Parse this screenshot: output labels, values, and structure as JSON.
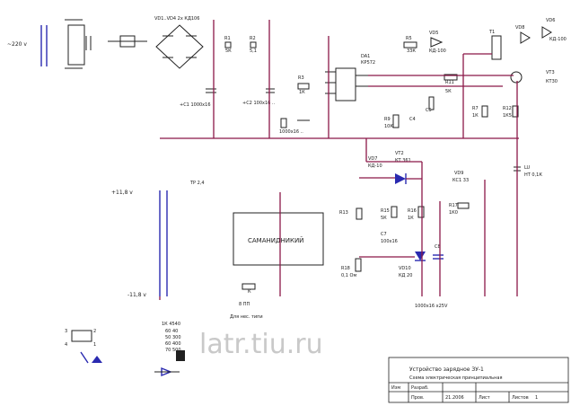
{
  "diagram": {
    "labels": {
      "ac_input": "~220 v",
      "plus_11_8": "+11,8 v",
      "minus_11_8": "-11,8 v",
      "block_label": "САМАНИДНИКИЙ",
      "k_bottom": "К",
      "k_bottom_note": "8 ПП",
      "footer_note": "Для нес. типи",
      "vd_bridge": "VD1..VD4 2x КД106",
      "r1": "R1",
      "r1_val": "5К",
      "r2": "R2",
      "r2_val": "5,1",
      "c_main": "+C1 1000x16",
      "c_mid": "+C2 100x16 ..",
      "c_mid_val": "1000x16 ..",
      "r3": "R3",
      "r3_val": "1К",
      "da1": "DA1",
      "da1_val": "КР572",
      "r5": "R5",
      "r5_val": "33К",
      "vd5": "VD5",
      "vd5_val": "КД-100",
      "t1": "T1",
      "vd6": "VD6",
      "vd6_val": "КД-100",
      "vd8": "VD8",
      "vt3": "VT3",
      "vt3_val": "КТ30",
      "r11": "R11",
      "r11_val": "5К",
      "r7": "R7",
      "r7_val": "1К",
      "r12": "R12",
      "r12_val": "1К5",
      "r9": "R9",
      "r9_val": "10К",
      "c4": "С4",
      "c5": "С5",
      "vd7": "VD7",
      "vd7_val": "КД-10",
      "vt2": "VT2",
      "vt2_val": "КТ 361",
      "r13": "R13",
      "vd9": "VD9",
      "vd9_val": "КС1 33",
      "r15": "R15",
      "r15_val": "5К",
      "c7": "С7",
      "c7_val": "100x16",
      "r16": "R16",
      "r16_val": "1К",
      "r17": "R17",
      "r17_val": "1К0",
      "c8": "С8",
      "vd10": "VD10",
      "vd10_val": "КД 20",
      "c_bot": "1000x16 x25V",
      "r18": "R18",
      "r18_val": "0,1 Ом",
      "lu": "LU",
      "lu_val": "НТ 0,1К",
      "tr_label": "ТР 2,4",
      "legend_1": "1К 4540",
      "legend_2": "60  40",
      "legend_3": "50  300",
      "legend_4": "60  400",
      "legend_5": "70  500",
      "pin_1": "1",
      "pin_2": "2",
      "pin_3": "3",
      "pin_4": "4"
    },
    "watermark": "latr.tiu.ru",
    "title_block": {
      "title": "Устройство зарядное ЗУ-1",
      "subtitle": "Схема электрическая принципиальная",
      "row_left_1": "Изм",
      "row_left_2": "Разраб.",
      "row_left_3": "Пров.",
      "sheet_label": "Лист",
      "sheets_label": "Листов",
      "sheet_num": "1",
      "date": "21.2006"
    }
  }
}
